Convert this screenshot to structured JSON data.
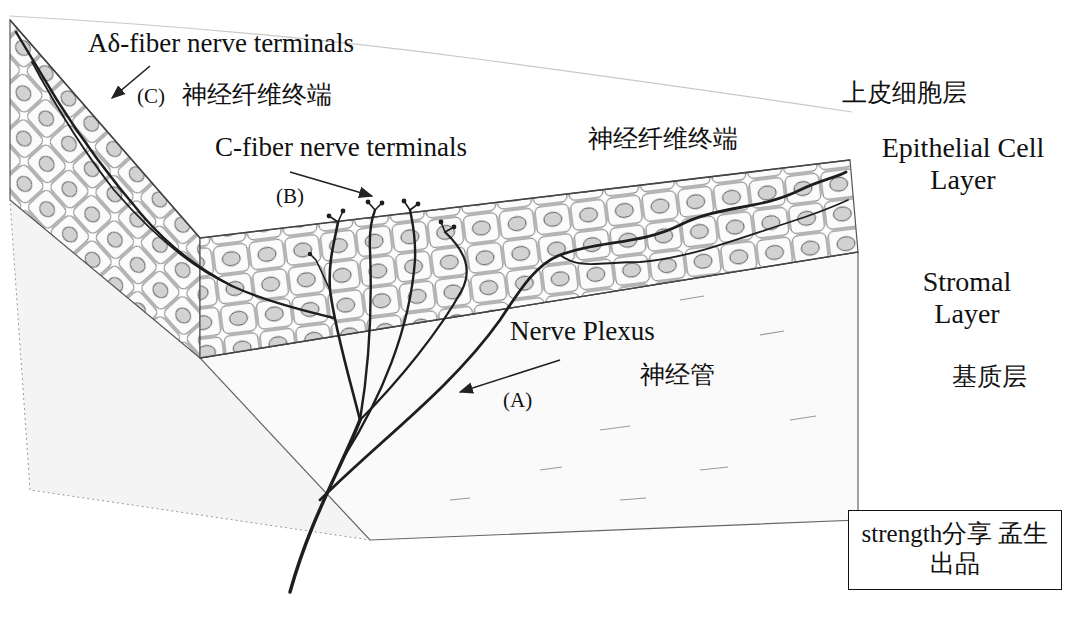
{
  "diagram": {
    "nodes": [
      {
        "text": [
          "strength分享 孟生出品"
        ]
      }
    ],
    "labels": [
      "Aδ-fiber nerve terminals",
      "(C)",
      "神经纤维终端",
      "C-fiber nerve terminals",
      "(B)",
      "神经纤维终端",
      "上皮细胞层",
      "Epithelial Cell Layer",
      "Stromal Layer",
      "Nerve Plexus",
      "神经管",
      "(A)",
      "基质层"
    ]
  }
}
